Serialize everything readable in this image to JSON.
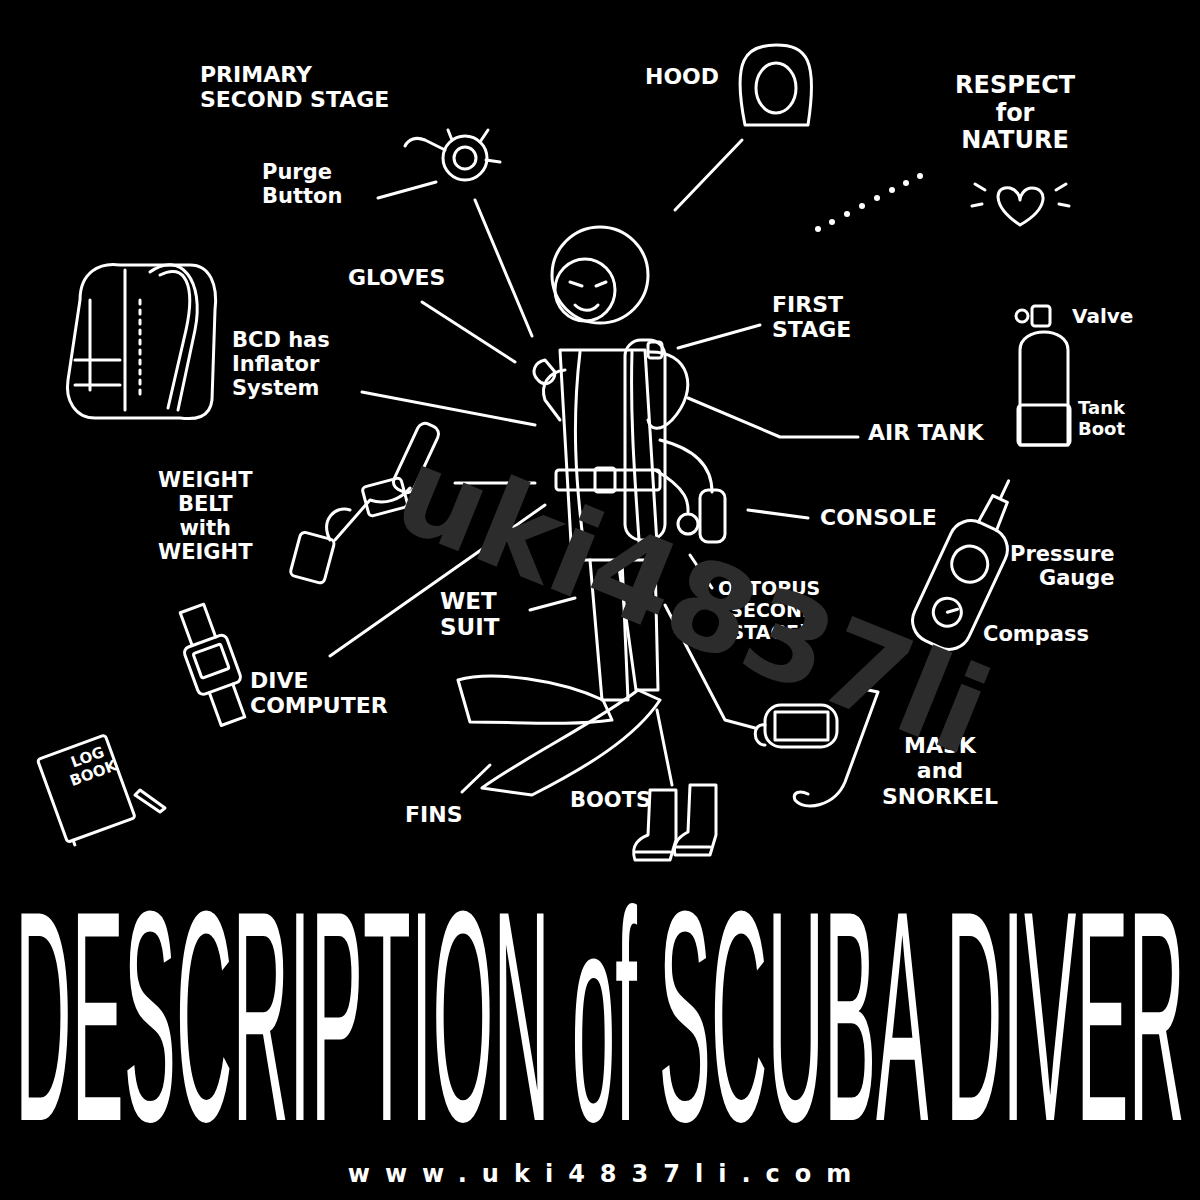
{
  "diagram": {
    "title": "DESCRIPTION of SCUBA DIVER",
    "caption": "www.uki4837li.com",
    "labels": [
      "PRIMARY SECOND STAGE",
      "Purge Button",
      "HOOD",
      "RESPECT for NATURE",
      "GLOVES",
      "FIRST STAGE",
      "Valve",
      "BCD has Inflator System",
      "AIR TANK",
      "Tank Boot",
      "WEIGHT BELT with WEIGHT",
      "CONSOLE",
      "Pressure Gauge",
      "Compass",
      "WET SUIT",
      "OCTOPUS (SECOND STAGE)",
      "DIVE COMPUTER",
      "MASK and SNORKEL",
      "LOG BOOK",
      "FINS",
      "BOOTS",
      "uki4837li"
    ]
  }
}
